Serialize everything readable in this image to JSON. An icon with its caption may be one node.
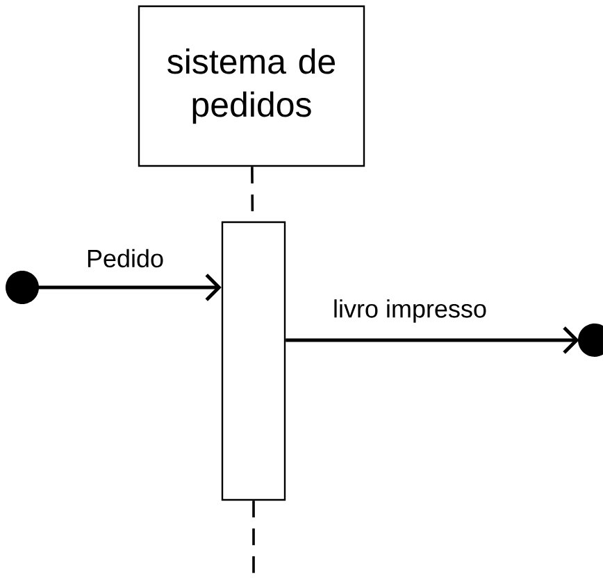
{
  "diagram": {
    "nodes": [
      {
        "text": [
          "sistema de pedidos"
        ]
      },
      {
        "text": [],
        "shape": "bar"
      },
      {
        "text": [],
        "shape": "circle"
      },
      {
        "text": [],
        "shape": "circle"
      }
    ],
    "edges": [
      {
        "from": 0,
        "to": 1,
        "arrow": "none",
        "style": "dashed"
      },
      {
        "from": 1,
        "to": null,
        "arrow": "none",
        "style": "dashed"
      },
      {
        "from": 2,
        "to": 1,
        "arrow": "to",
        "label": "Pedido"
      },
      {
        "from": 1,
        "to": 3,
        "arrow": "to",
        "label": "livro impresso"
      }
    ]
  }
}
